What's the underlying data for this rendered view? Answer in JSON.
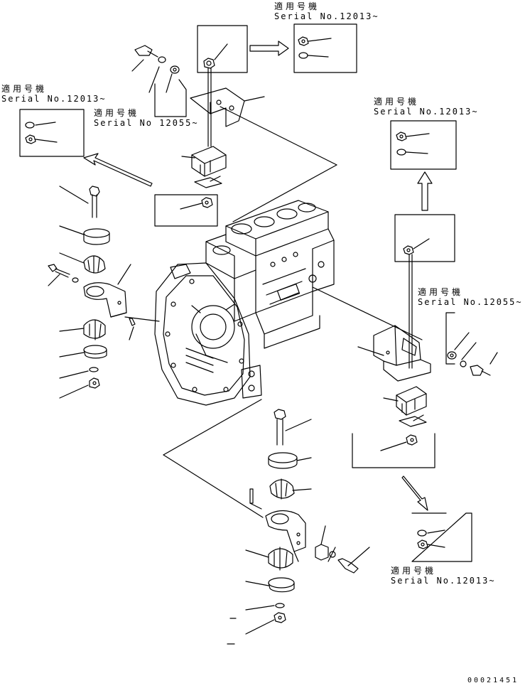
{
  "labels": {
    "top_center": {
      "jp": "適用号機",
      "serial": "Serial No.12013~"
    },
    "top_left": {
      "jp": "適用号機",
      "serial": "Serial No.12013~"
    },
    "mid_left": {
      "jp": "適用号機",
      "serial": "Serial No 12055~"
    },
    "right_upper": {
      "jp": "適用号機",
      "serial": "Serial No.12013~"
    },
    "right_middle": {
      "jp": "適用号機",
      "serial": "Serial No.12055~"
    },
    "bottom_right": {
      "jp": "適用号機",
      "serial": "Serial No.12013~"
    }
  },
  "drawing_code": "00021451",
  "icons": {
    "engine": "engine-block-icon",
    "bolt": "bolt-icon",
    "nut": "nut-icon",
    "washer": "washer-icon",
    "mount": "rubber-mount-icon",
    "bracket": "bracket-icon",
    "arrow": "arrow-icon"
  }
}
